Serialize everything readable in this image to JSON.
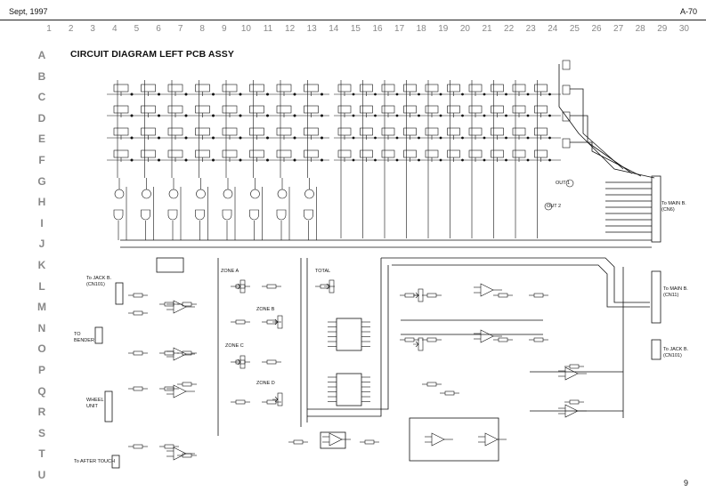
{
  "header": {
    "date": "Sept, 1997",
    "doc": "A-70"
  },
  "columns": [
    "1",
    "2",
    "3",
    "4",
    "5",
    "6",
    "7",
    "8",
    "9",
    "10",
    "11",
    "12",
    "13",
    "14",
    "15",
    "16",
    "17",
    "18",
    "19",
    "20",
    "21",
    "22",
    "23",
    "24",
    "25",
    "26",
    "27",
    "28",
    "29",
    "30"
  ],
  "rows": [
    "A",
    "B",
    "C",
    "D",
    "E",
    "F",
    "G",
    "H",
    "I",
    "J",
    "K",
    "L",
    "M",
    "N",
    "O",
    "P",
    "Q",
    "R",
    "S",
    "T",
    "U"
  ],
  "title": "CIRCUIT DIAGRAM LEFT PCB ASSY",
  "labels": {
    "to_main_cn6": "To MAIN B.\n(CN6)",
    "to_main_cn11": "To MAIN B.\n(CN11)",
    "to_jack_cn101_right": "To JACK B.\n(CN101)",
    "to_jack_cn101_left": "To JACK B.\n(CN101)",
    "to_bender": "TO\nBENDER",
    "wheel_unit": "WHEEL\nUNIT",
    "to_after_touch": "To AFTER TOUCH",
    "zone_a": "ZONE A",
    "zone_b": "ZONE B",
    "zone_c": "ZONE C",
    "zone_d": "ZONE D",
    "total": "TOTAL",
    "out_1": "OUT 1",
    "out_2": "OUT 2"
  },
  "page_number": "9"
}
